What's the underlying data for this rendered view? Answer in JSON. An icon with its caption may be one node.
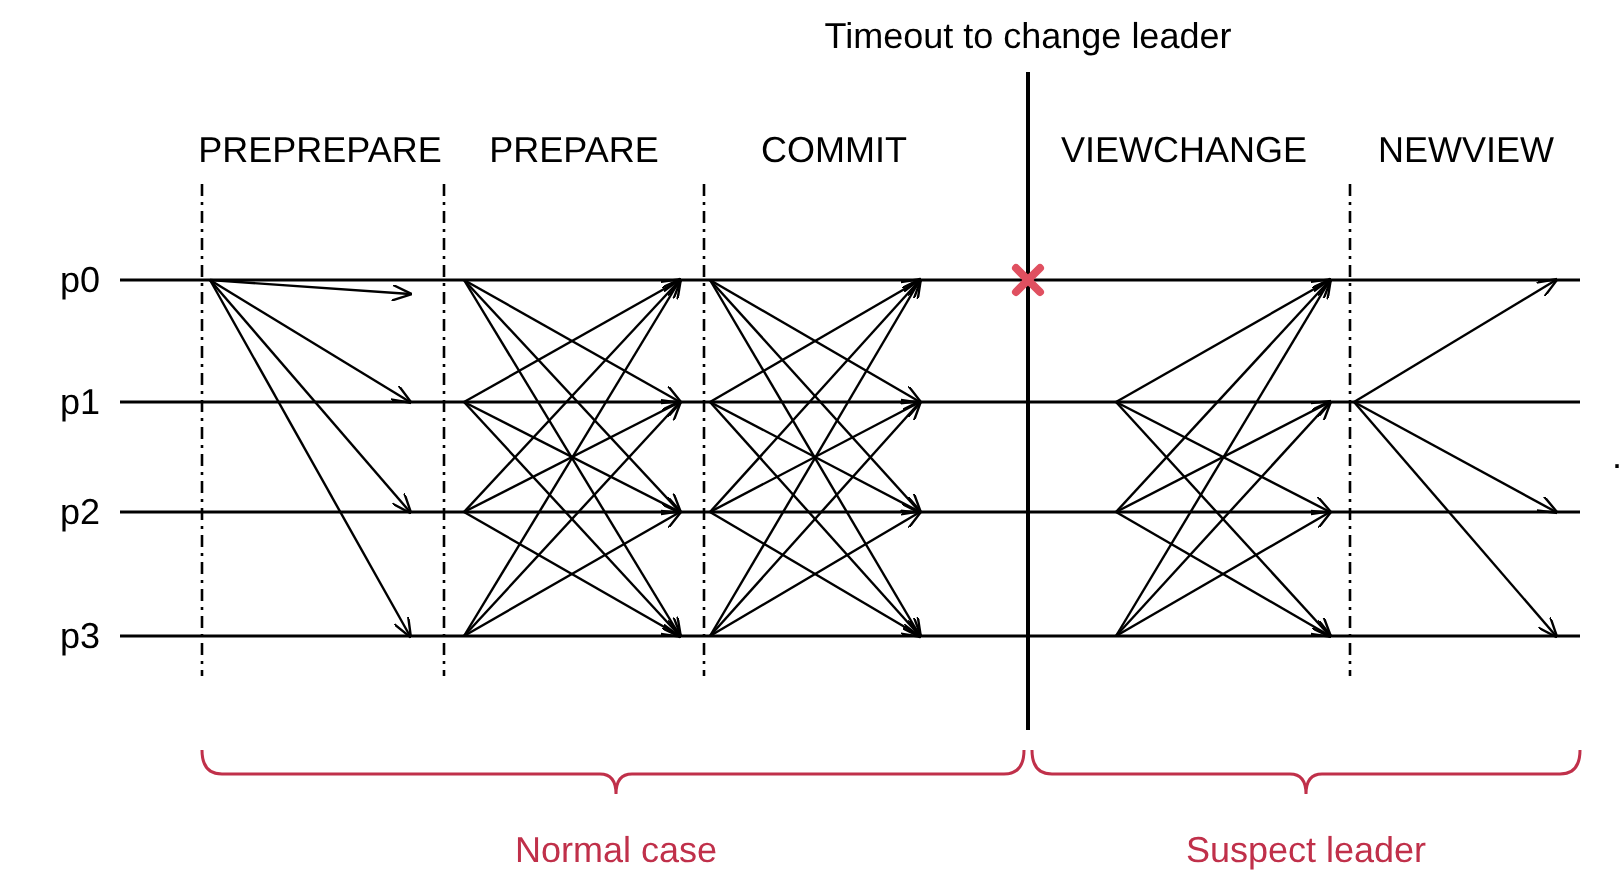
{
  "diagram": {
    "labels": [
      "Timeout to change leader",
      "PREPREPARE",
      "PREPARE",
      "COMMIT",
      "VIEWCHANGE",
      "NEWVIEW",
      "p0",
      "p1",
      "p2",
      "p3",
      "Normal case",
      "Suspect leader",
      "."
    ]
  }
}
